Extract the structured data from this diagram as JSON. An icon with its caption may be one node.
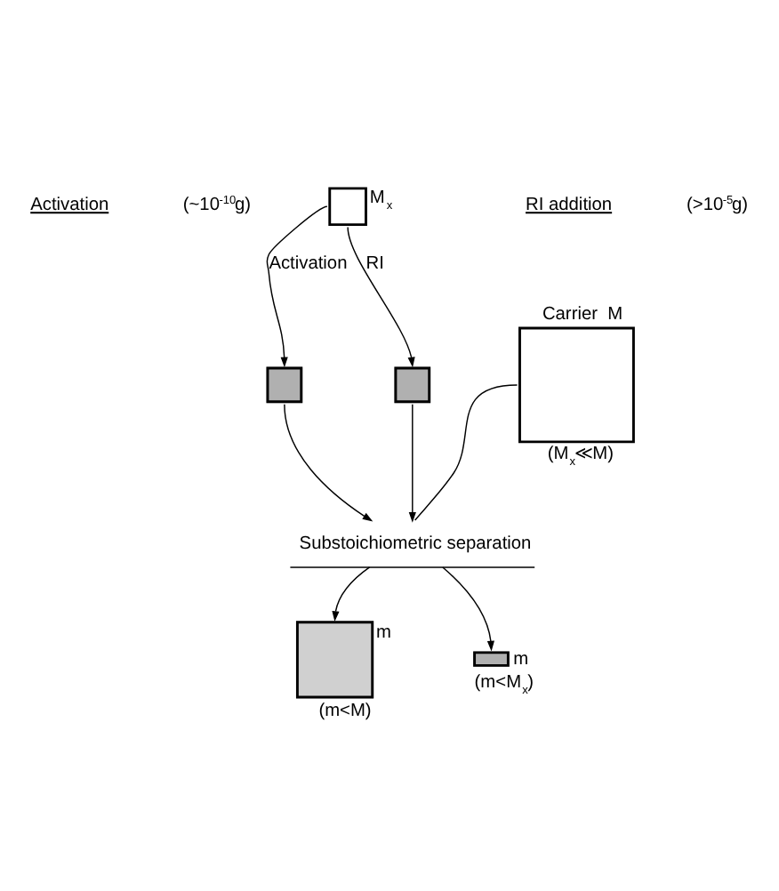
{
  "diagram": {
    "nodes": [
      {
        "text": [],
        "shape": "box",
        "beside": [
          "M$_{x}$"
        ]
      },
      {
        "text": [],
        "shape": "box"
      },
      {
        "text": [],
        "shape": "box"
      },
      {
        "text": [],
        "shape": "box",
        "beside": [
          "Carrier  M",
          "(M$_{x}$≪M)"
        ]
      },
      {
        "text": [
          "Substoichiometric separation"
        ]
      },
      {
        "text": [],
        "shape": "box",
        "beside": [
          "m",
          "(m<M)"
        ]
      },
      {
        "text": [],
        "shape": "box",
        "beside": [
          "m",
          "(m<M$_{x}$)"
        ]
      }
    ],
    "edges": [
      {
        "from": 0,
        "to": 1,
        "arrow": "to",
        "label": "Activation"
      },
      {
        "from": 0,
        "to": 2,
        "arrow": "to",
        "label": "RI"
      },
      {
        "from": 1,
        "to": 4,
        "arrow": "to"
      },
      {
        "from": 2,
        "to": 4,
        "arrow": "to"
      },
      {
        "from": 3,
        "to": 4,
        "arrow": "none"
      },
      {
        "from": 4,
        "to": 5,
        "arrow": "to"
      },
      {
        "from": 4,
        "to": 6,
        "arrow": "to"
      }
    ],
    "labels": [
      "Activation",
      "(~10$^{-10}$g)",
      "RI addition",
      "(>10$^{-5}$g)"
    ]
  }
}
